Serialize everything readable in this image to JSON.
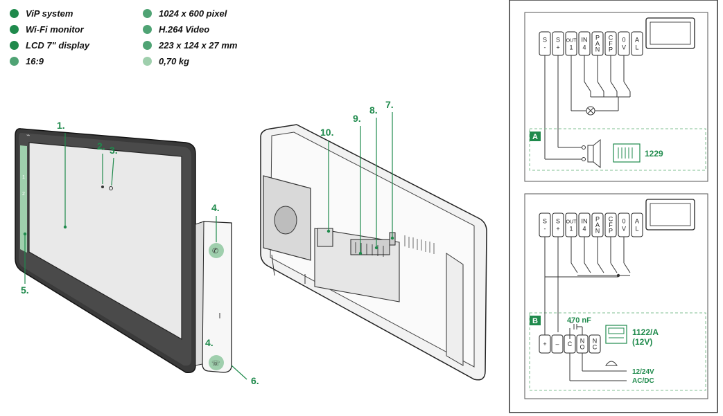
{
  "colors": {
    "primary": "#1f8a4c",
    "medium": "#4fa374",
    "light": "#9fcfad",
    "outline": "#222222",
    "panel_border": "#333333",
    "dash": "#7fbf92"
  },
  "specs": [
    {
      "text": "ViP system",
      "color": "#1f8a4c"
    },
    {
      "text": "Wi-Fi monitor",
      "color": "#1f8a4c"
    },
    {
      "text": "LCD 7\" display",
      "color": "#1f8a4c"
    },
    {
      "text": "16:9",
      "color": "#4fa374"
    },
    {
      "text": "1024 x 600 pixel",
      "color": "#4fa374"
    },
    {
      "text": "H.264 Video",
      "color": "#4fa374"
    },
    {
      "text": "223 x 124 x 27 mm",
      "color": "#4fa374"
    },
    {
      "text": "0,70 kg",
      "color": "#9fcfad"
    }
  ],
  "callouts": {
    "c1": "1.",
    "c2": "2.",
    "c3": "3.",
    "c4a": "4.",
    "c4b": "4.",
    "c5": "5.",
    "c6": "6.",
    "c7": "7.",
    "c8": "8.",
    "c9": "9.",
    "c10": "10."
  },
  "side_buttons": [
    "1",
    "2"
  ],
  "panelA": {
    "tag": "A",
    "terminals": [
      [
        "S",
        "-"
      ],
      [
        "S",
        "+"
      ],
      [
        "OUT",
        "1"
      ],
      [
        "IN",
        "4"
      ],
      [
        "P",
        "A",
        "N"
      ],
      [
        "C",
        "F",
        "P"
      ],
      [
        "0",
        "V"
      ],
      [
        "A",
        "L"
      ]
    ],
    "device_code": "1229"
  },
  "panelB": {
    "tag": "B",
    "terminals": [
      [
        "S",
        "-"
      ],
      [
        "S",
        "+"
      ],
      [
        "OUT",
        "1"
      ],
      [
        "IN",
        "4"
      ],
      [
        "P",
        "A",
        "N"
      ],
      [
        "C",
        "F",
        "P"
      ],
      [
        "0",
        "V"
      ],
      [
        "A",
        "L"
      ]
    ],
    "capacitor": "470 nF",
    "relay_terminals": [
      [
        "+"
      ],
      [
        "–"
      ],
      [
        "C"
      ],
      [
        "N",
        "O"
      ],
      [
        "N",
        "C"
      ]
    ],
    "device_code_line1": "1122/A",
    "device_code_line2": "(12V)",
    "power_line1": "12/24V",
    "power_line2": "AC/DC"
  }
}
